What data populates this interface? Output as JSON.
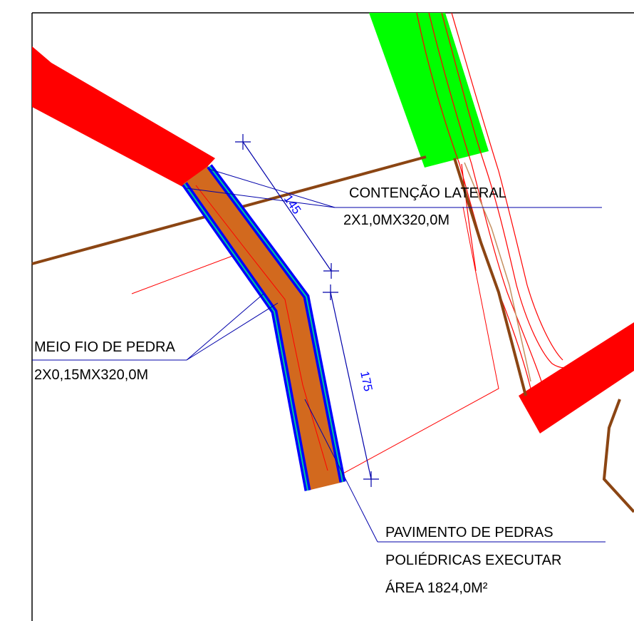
{
  "labels": {
    "contencao_title": "CONTENÇÃO LATERAL",
    "contencao_size": "2X1,0MX320,0M",
    "meio_fio_title": "MEIO FIO DE PEDRA",
    "meio_fio_size": "2X0,15MX320,0M",
    "pavimento_line1": "PAVIMENTO DE PEDRAS",
    "pavimento_line2": "POLIÉDRICAS EXECUTAR",
    "pavimento_line3": "ÁREA 1824,0M²"
  },
  "dimensions": {
    "upper_segment": "145",
    "lower_segment": "175"
  },
  "colors": {
    "red_road": "#ff0000",
    "green_area": "#00ff00",
    "brown_line": "#8b4513",
    "pavement_fill": "#d2691e",
    "curb_blue": "#0000ff",
    "curb_inner": "#00cc99",
    "leader_blue": "#0000aa"
  }
}
